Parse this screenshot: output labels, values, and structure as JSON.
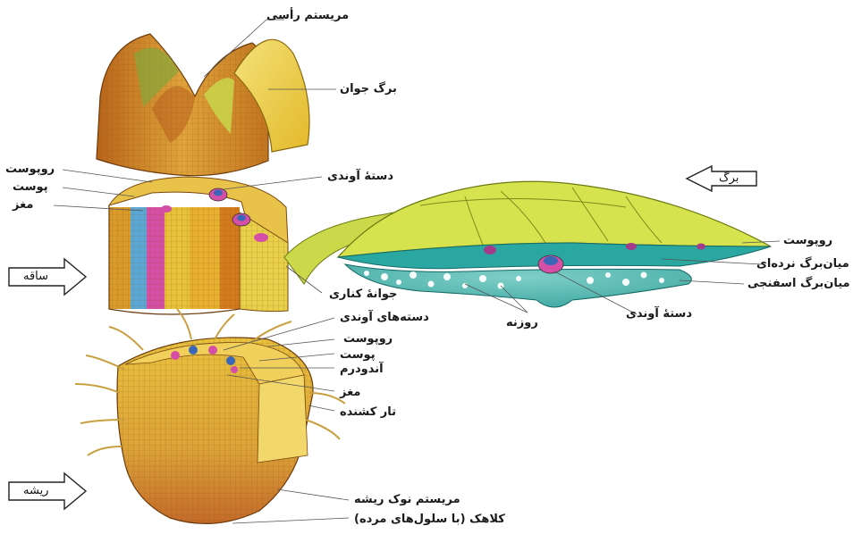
{
  "labels": {
    "apical_meristem": "مریستم رأسی",
    "young_leaf": "برگ جوان",
    "epidermis_stem": "روپوست",
    "cortex_stem": "پوست",
    "pith_stem": "مغز",
    "vascular_bundle_stem": "دستهٔ آوندی",
    "lateral_bud": "جوانهٔ کناری",
    "vascular_bundles_root": "دسته‌های آوندی",
    "epidermis_root": "روپوست",
    "cortex_root": "پوست",
    "endodermis": "آندودرم",
    "pith_root": "مغز",
    "root_hair": "تار کشنده",
    "root_tip_meristem": "مریستم نوک ریشه",
    "root_cap": "کلاهک (با سلول‌های مرده)",
    "epidermis_leaf": "روپوست",
    "palisade_mesophyll": "میان‌برگ نرده‌ای",
    "spongy_mesophyll": "میان‌برگ اسفنجی",
    "vascular_bundle_leaf": "دستهٔ آوندی",
    "stoma": "روزنه"
  },
  "arrows": {
    "leaf": "برگ",
    "stem": "ساقه",
    "root": "ریشه"
  },
  "colors": {
    "tissue_yellow": "#e8c23a",
    "tissue_orange": "#d07a1a",
    "leaf_green": "#cbd84a",
    "leaf_teal": "#2aa7a0",
    "xylem_pink": "#d54fa6",
    "phloem_blue": "#5aa8d8"
  }
}
